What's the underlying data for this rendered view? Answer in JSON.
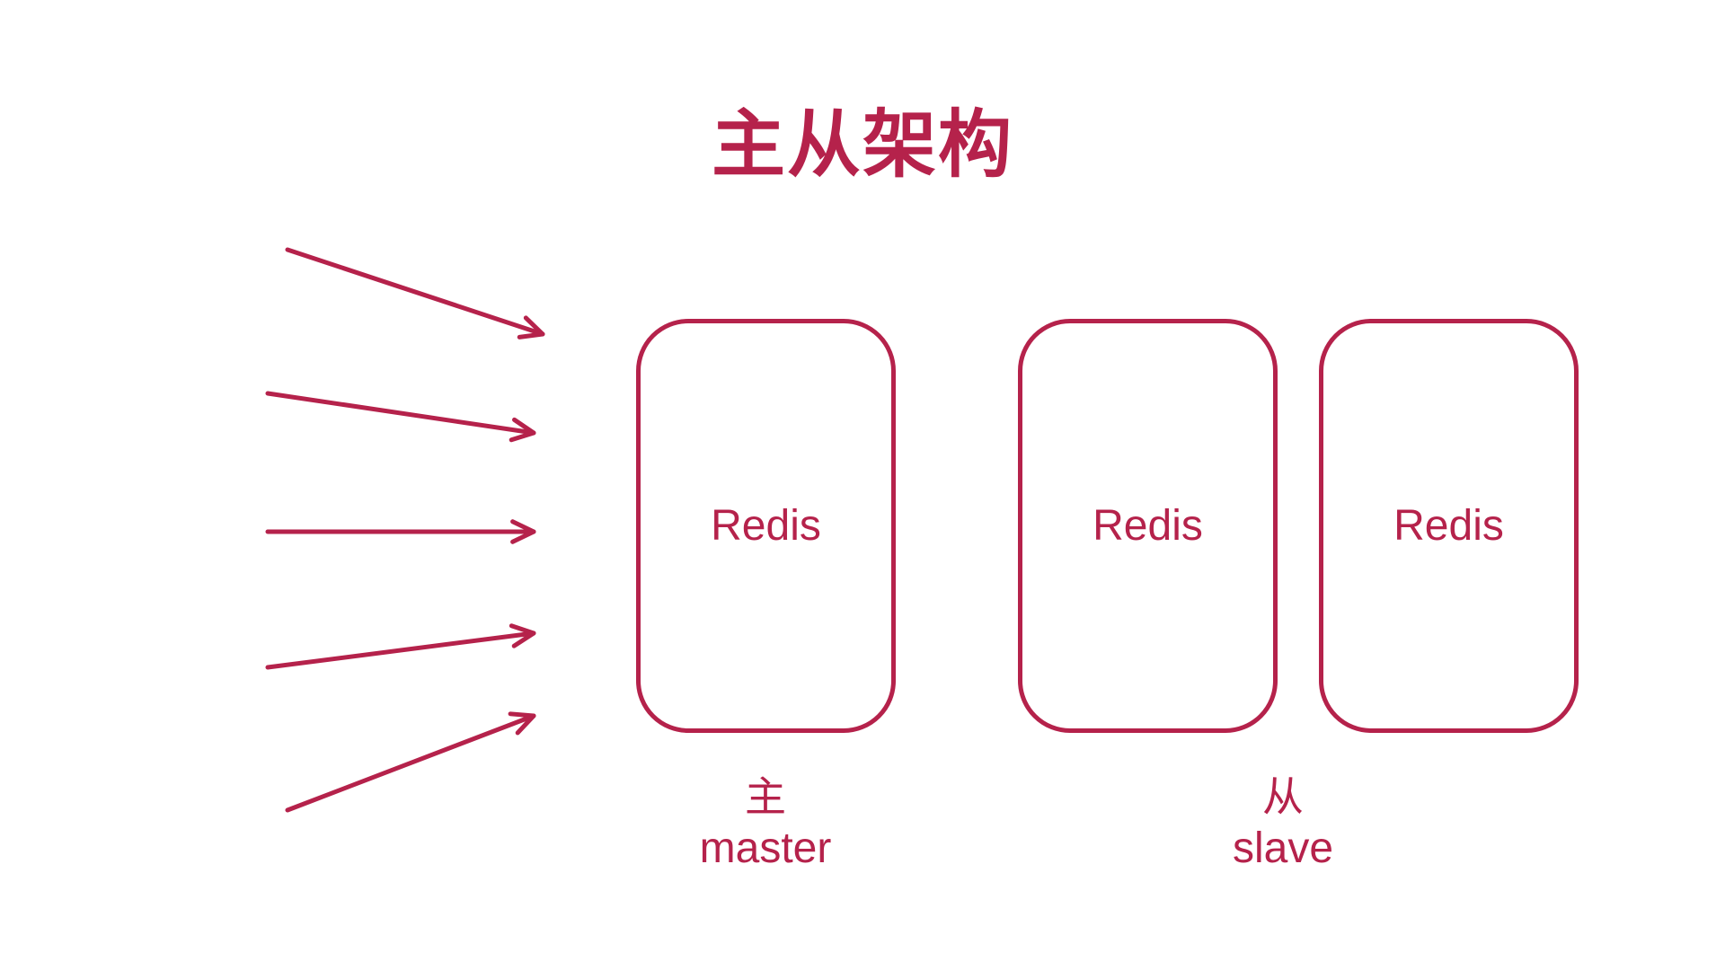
{
  "title": "主从架构",
  "colors": {
    "accent": "#B5224B",
    "background": "#FFFFFF"
  },
  "arrow_count": 5,
  "nodes": [
    {
      "role": "master",
      "label": "Redis"
    },
    {
      "role": "slave",
      "label": "Redis"
    },
    {
      "role": "slave",
      "label": "Redis"
    }
  ],
  "roles": {
    "master": {
      "zh": "主",
      "en": "master"
    },
    "slave": {
      "zh": "从",
      "en": "slave"
    }
  }
}
